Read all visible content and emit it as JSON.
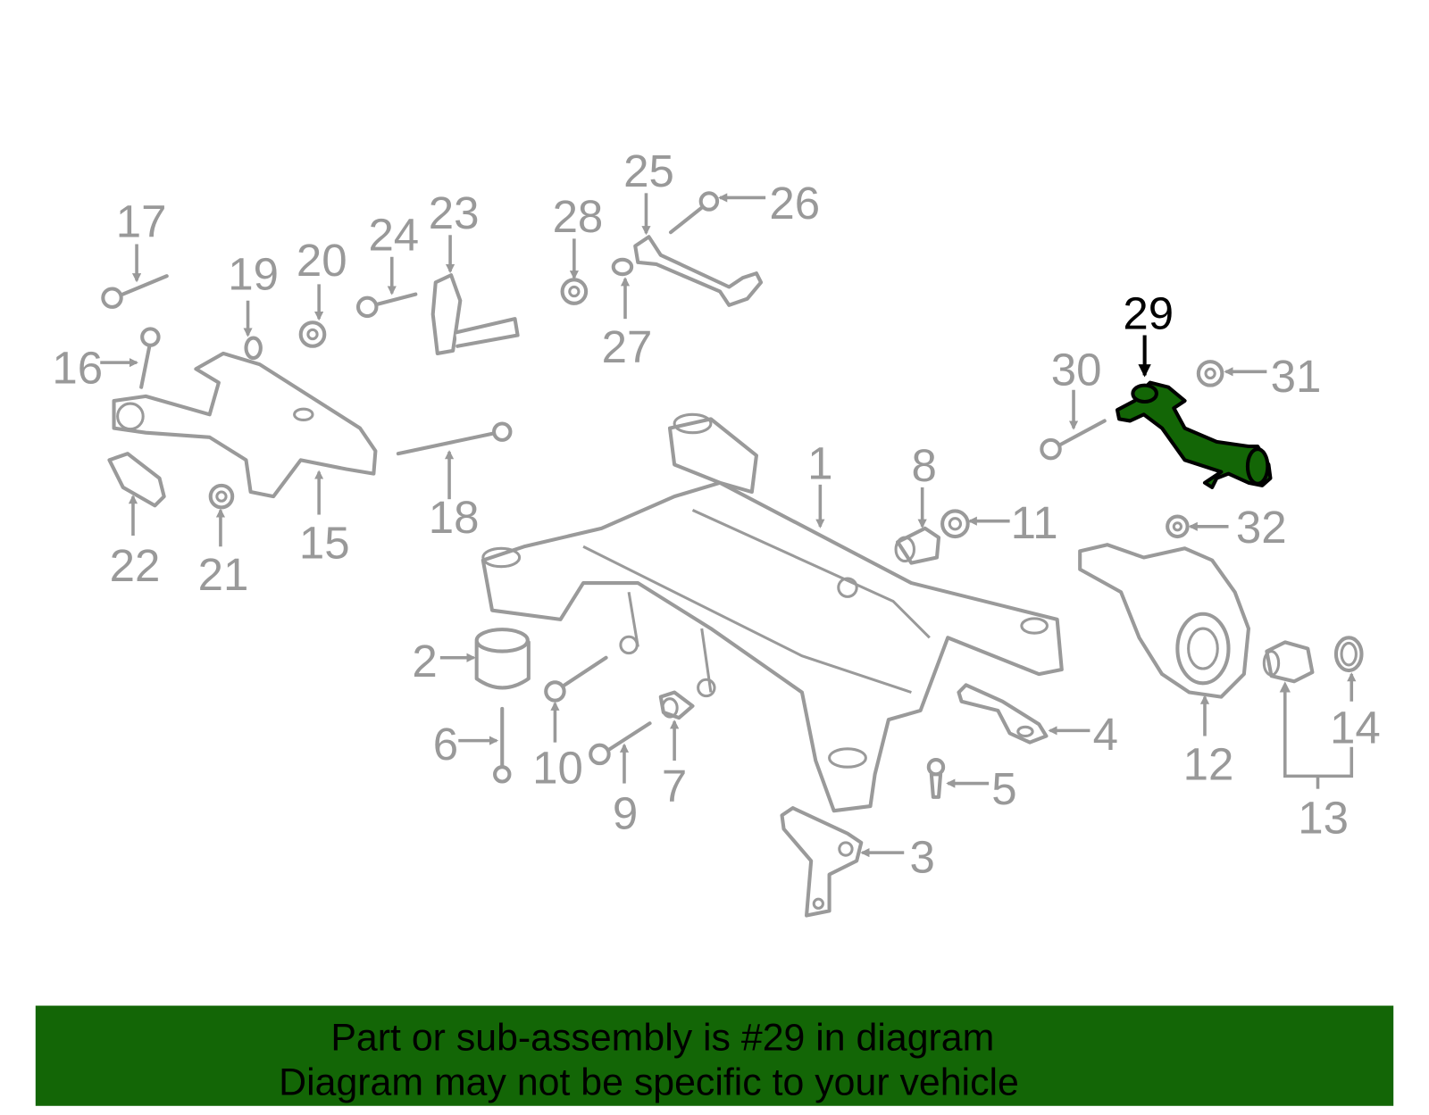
{
  "diagram": {
    "highlighted_part": "29",
    "highlight_color": "#136606",
    "labels": [
      "1",
      "2",
      "3",
      "4",
      "5",
      "6",
      "7",
      "8",
      "9",
      "10",
      "11",
      "12",
      "13",
      "14",
      "15",
      "16",
      "17",
      "18",
      "19",
      "20",
      "21",
      "22",
      "23",
      "24",
      "25",
      "26",
      "27",
      "28",
      "29",
      "30",
      "31",
      "32"
    ]
  },
  "banner": {
    "line1": "Part or sub-assembly is #29 in diagram",
    "line2": "Diagram may not be specific to your vehicle",
    "color": "#136606"
  }
}
